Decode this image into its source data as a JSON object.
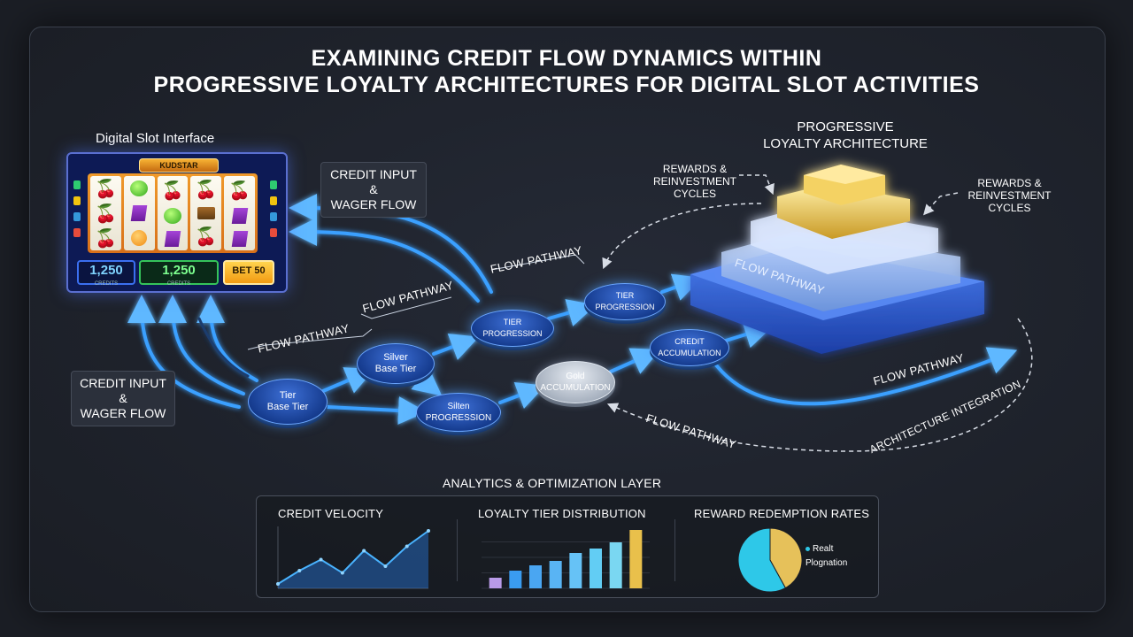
{
  "title": {
    "line1": "EXAMINING CREDIT FLOW DYNAMICS WITHIN",
    "line2": "PROGRESSIVE LOYALTY ARCHITECTURES FOR DIGITAL SLOT ACTIVITIES"
  },
  "slot": {
    "heading": "Digital Slot Interface",
    "marquee": "KUDSTAR",
    "credits_left": "1,250",
    "credits_left_caption": "CREDITS",
    "credits_mid": "1,250",
    "credits_mid_caption": "CREDITS",
    "bet": "BET 50",
    "reels": [
      [
        "cherry",
        "cherry",
        "cherry"
      ],
      [
        "grape",
        "plum",
        "orange"
      ],
      [
        "cherry",
        "grape",
        "plum"
      ],
      [
        "cherry",
        "bar",
        "cherry"
      ],
      [
        "cherry",
        "plum",
        "plum"
      ]
    ]
  },
  "labels": {
    "credit_input_top": "CREDIT INPUT &\nWAGER FLOW",
    "credit_input_left": "CREDIT INPUT &\nWAGER FLOW",
    "pyramid_title": "PROGRESSIVE\nLOYALTY ARCHITECTURE",
    "rewards_left": "REWARDS &\nREINVESTMENT\nCYCLES",
    "rewards_right": "REWARDS &\nREINVESTMENT\nCYCLES",
    "flow_pathway_1": "FLOW PATHWAY",
    "flow_pathway_2": "FLOW PATHWAY",
    "flow_pathway_3": "FLOW PATHWAY",
    "flow_pathway_pyramid": "FLOW PATHWAY",
    "flow_pathway_right": "FLOW PATHWAY",
    "flow_pathway_bottom": "FLOW PATHWAY",
    "architecture_integration": "ARCHITECTURE INTEGRATION"
  },
  "nodes": {
    "base": "Tier\nBase Tier",
    "silver": "Silver\nBase Tier",
    "silver_prog": "Silten\nPROGRESSION",
    "tier_prog_1": "TIER\nPROGRESSION",
    "gold": "Gold\nACCUMULATION",
    "tier_prog_2": "TIER\nPROGRESSION",
    "credit_acc": "CREDIT\nACCUMULATION"
  },
  "analytics": {
    "heading": "ANALYTICS & OPTIMIZATION LAYER",
    "velocity_title": "CREDIT VELOCITY",
    "distribution_title": "LOYALTY TIER DISTRIBUTION",
    "redemption_title": "REWARD REDEMPTION RATES",
    "legend_1": "Realt",
    "legend_2": "Plognation"
  },
  "colors": {
    "flow_blue": "#3aa0ff",
    "gold": "#e8c24a",
    "accent_cyan": "#2ec8e8"
  },
  "chart_data": [
    {
      "type": "area",
      "title": "CREDIT VELOCITY",
      "x": [
        1,
        2,
        3,
        4,
        5,
        6,
        7,
        8
      ],
      "values": [
        2,
        8,
        13,
        7,
        17,
        10,
        19,
        26
      ]
    },
    {
      "type": "bar",
      "title": "LOYALTY TIER DISTRIBUTION",
      "categories": [
        "1",
        "2",
        "3",
        "4",
        "5",
        "6",
        "7",
        "8"
      ],
      "values": [
        12,
        20,
        26,
        31,
        40,
        45,
        52,
        66
      ],
      "colors": [
        "#b99be8",
        "#3a9cf0",
        "#4aa6f2",
        "#59b4f4",
        "#66c2f6",
        "#62cdf4",
        "#7ad7f2",
        "#e9c04b"
      ]
    },
    {
      "type": "pie",
      "title": "REWARD REDEMPTION RATES",
      "categories": [
        "Realt",
        "Plognation"
      ],
      "values": [
        58,
        42
      ],
      "colors": [
        "#2ec8e8",
        "#e6c15a"
      ]
    }
  ]
}
